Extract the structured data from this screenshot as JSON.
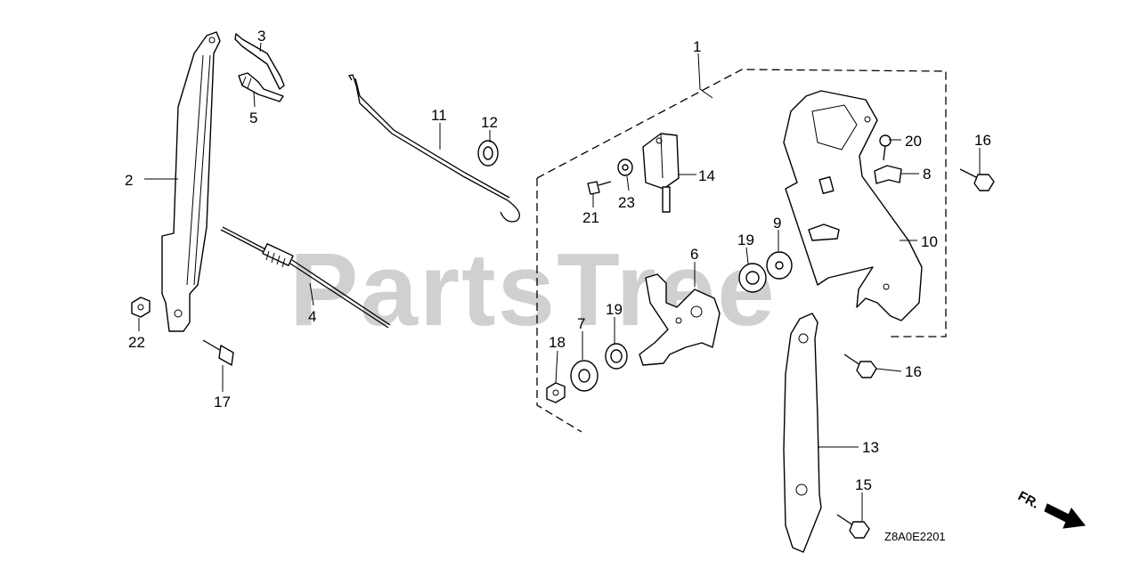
{
  "watermark": "PartsTree",
  "diagram_code": "Z8A0E2201",
  "direction_label": "FR.",
  "callouts": {
    "c1": "1",
    "c2": "2",
    "c3": "3",
    "c4": "4",
    "c5": "5",
    "c6": "6",
    "c7": "7",
    "c8": "8",
    "c9": "9",
    "c10": "10",
    "c11": "11",
    "c12": "12",
    "c13": "13",
    "c14": "14",
    "c15": "15",
    "c16a": "16",
    "c16b": "16",
    "c17": "17",
    "c18": "18",
    "c19a": "19",
    "c19b": "19",
    "c20": "20",
    "c21": "21",
    "c22": "22",
    "c23": "23"
  }
}
